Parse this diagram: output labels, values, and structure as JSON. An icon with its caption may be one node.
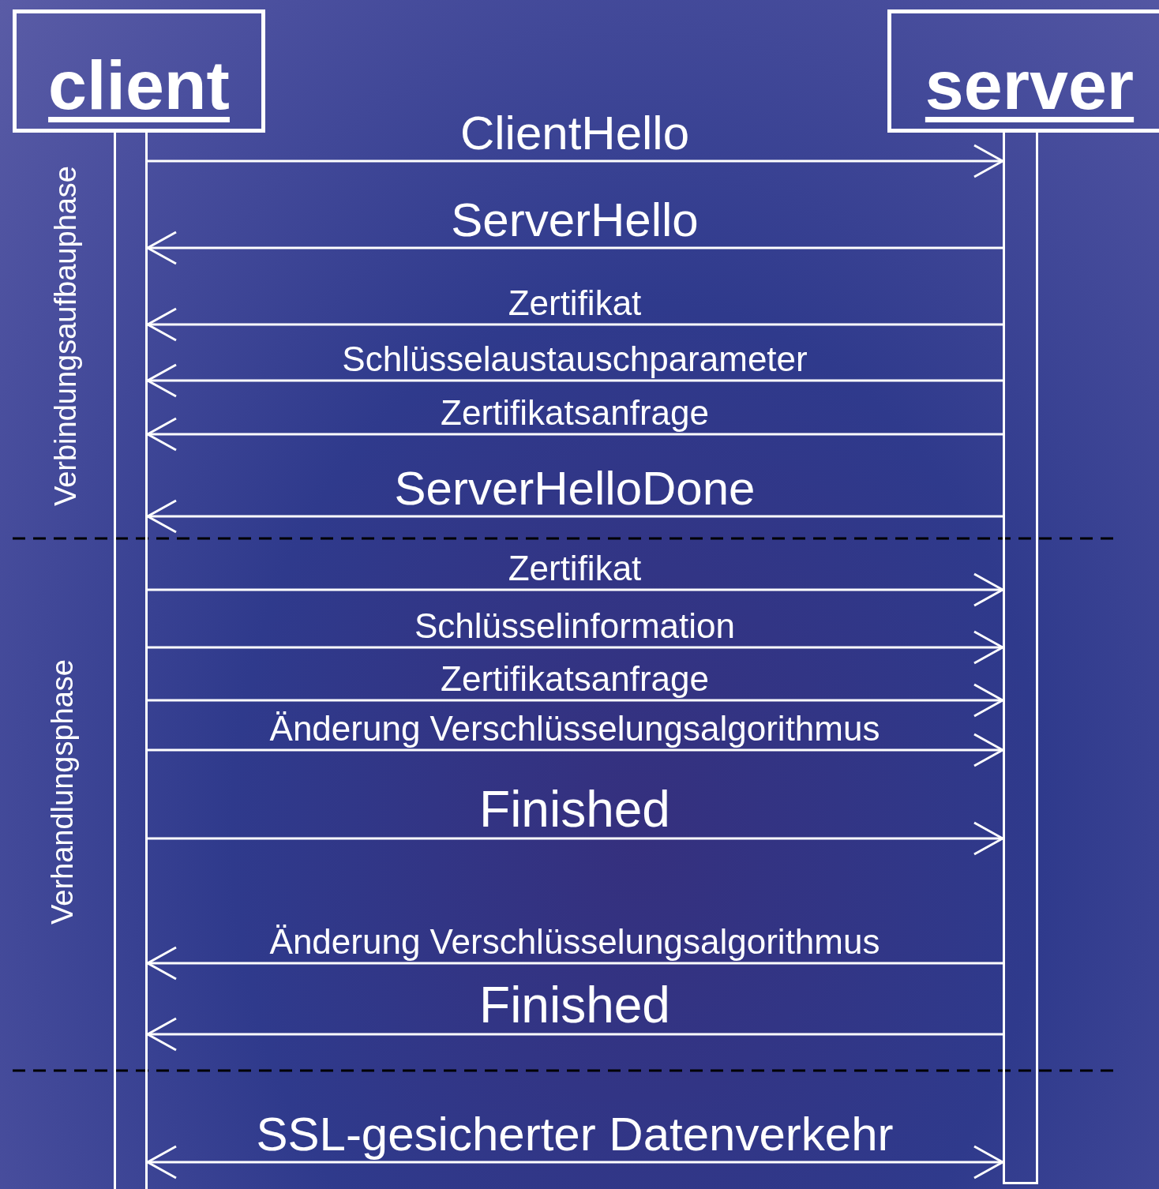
{
  "diagram": {
    "nodes": [
      {
        "text": [
          "client"
        ]
      },
      {
        "text": [
          "server"
        ]
      },
      {
        "text": [],
        "shape": "bar"
      },
      {
        "text": [],
        "shape": "bar"
      }
    ],
    "edges": [
      {
        "from": 2,
        "to": 3,
        "arrow": "to",
        "label": "ClientHello"
      },
      {
        "from": 3,
        "to": 2,
        "arrow": "to",
        "label": "ServerHello"
      },
      {
        "from": 3,
        "to": 2,
        "arrow": "to",
        "label": "Zertifikat"
      },
      {
        "from": 3,
        "to": 2,
        "arrow": "to",
        "label": "Schlüsselaustauschparameter"
      },
      {
        "from": 3,
        "to": 2,
        "arrow": "to",
        "label": "Zertifikatsanfrage"
      },
      {
        "from": 3,
        "to": 2,
        "arrow": "to",
        "label": "ServerHelloDone"
      },
      {
        "from": 2,
        "to": 3,
        "arrow": "to",
        "label": "Zertifikat"
      },
      {
        "from": 2,
        "to": 3,
        "arrow": "to",
        "label": "Schlüsselinformation"
      },
      {
        "from": 2,
        "to": 3,
        "arrow": "to",
        "label": "Zertifikatsanfrage"
      },
      {
        "from": 2,
        "to": 3,
        "arrow": "to",
        "label": "Änderung Verschlüsselungsalgorithmus"
      },
      {
        "from": 2,
        "to": 3,
        "arrow": "to",
        "label": "Finished"
      },
      {
        "from": 3,
        "to": 2,
        "arrow": "to",
        "label": "Änderung Verschlüsselungsalgorithmus"
      },
      {
        "from": 3,
        "to": 2,
        "arrow": "to",
        "label": "Finished"
      },
      {
        "from": 2,
        "to": 3,
        "arrow": "both",
        "label": "SSL-gesicherter Datenverkehr"
      }
    ],
    "labels": [
      "Verbindungsaufbauphase",
      "Verhandlungsphase"
    ]
  }
}
